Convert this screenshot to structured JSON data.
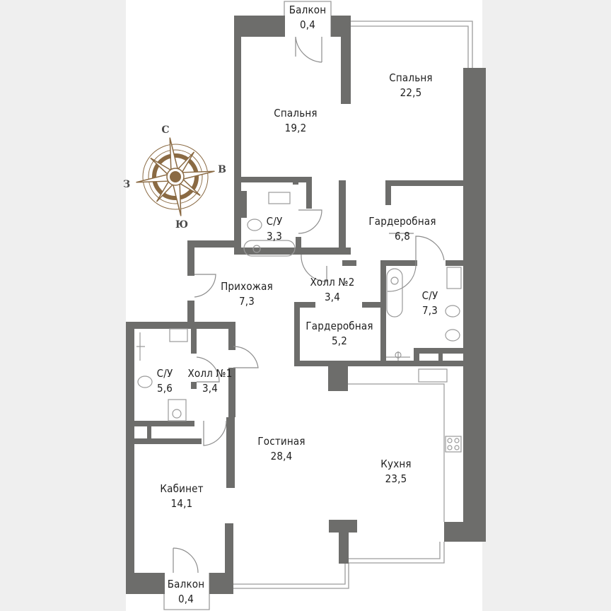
{
  "plan": {
    "background_color": "#efefef",
    "sheet_color": "#ffffff",
    "wall_color": "#6d6d6b",
    "fixture_color": "#9a9a9a",
    "text_color": "#1e1e1e"
  },
  "compass": {
    "north": "С",
    "east": "В",
    "south": "Ю",
    "west": "З",
    "accent_color": "#8a6a43"
  },
  "rooms": [
    {
      "id": "balcony-top",
      "name": "Балкон",
      "area": "0,4"
    },
    {
      "id": "bedroom-1",
      "name": "Спальня",
      "area": "19,2"
    },
    {
      "id": "bedroom-2",
      "name": "Спальня",
      "area": "22,5"
    },
    {
      "id": "bathroom-1",
      "name": "С/У",
      "area": "3,3"
    },
    {
      "id": "wardrobe-1",
      "name": "Гардеробная",
      "area": "6,8"
    },
    {
      "id": "entry-hall",
      "name": "Прихожая",
      "area": "7,3"
    },
    {
      "id": "hall-2",
      "name": "Холл №2",
      "area": "3,4"
    },
    {
      "id": "bathroom-2",
      "name": "С/У",
      "area": "7,3"
    },
    {
      "id": "wardrobe-2",
      "name": "Гардеробная",
      "area": "5,2"
    },
    {
      "id": "bathroom-3",
      "name": "С/У",
      "area": "5,6"
    },
    {
      "id": "hall-1",
      "name": "Холл №1",
      "area": "3,4"
    },
    {
      "id": "living-room",
      "name": "Гостиная",
      "area": "28,4"
    },
    {
      "id": "kitchen",
      "name": "Кухня",
      "area": "23,5"
    },
    {
      "id": "study",
      "name": "Кабинет",
      "area": "14,1"
    },
    {
      "id": "balcony-bottom",
      "name": "Балкон",
      "area": "0,4"
    }
  ]
}
